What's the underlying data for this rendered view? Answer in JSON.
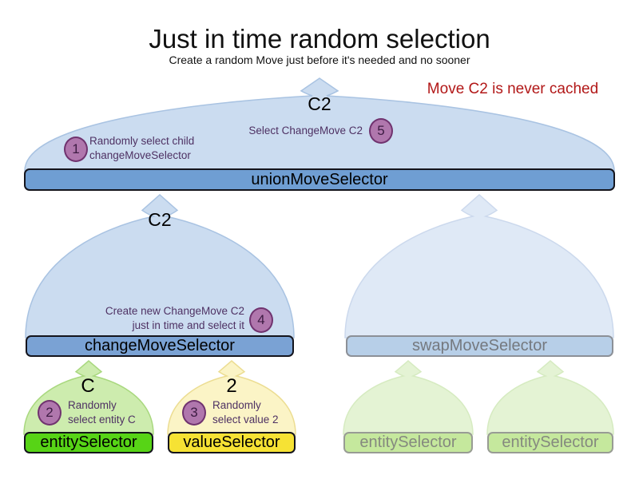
{
  "title": "Just in time random selection",
  "subtitle": "Create a random Move just before it's needed and no sooner",
  "note": "Move C2 is never cached",
  "move_labels": {
    "union_input": "C2",
    "change_output": "C2",
    "entity_output": "C",
    "value_output": "2"
  },
  "selectors": {
    "union": "unionMoveSelector",
    "change": "changeMoveSelector",
    "swap": "swapMoveSelector",
    "entity": "entitySelector",
    "value": "valueSelector",
    "swap_entity_1": "entitySelector",
    "swap_entity_2": "entitySelector"
  },
  "steps": [
    {
      "num": "1",
      "line1": "Randomly select child",
      "line2": "changeMoveSelector"
    },
    {
      "num": "2",
      "line1": "Randomly",
      "line2": "select entity C"
    },
    {
      "num": "3",
      "line1": "Randomly",
      "line2": "select value 2"
    },
    {
      "num": "4",
      "line1": "Create new ChangeMove C2",
      "line2": "just in time and select it"
    },
    {
      "num": "5",
      "line1": "Select ChangeMove C2"
    }
  ],
  "colors": {
    "note_red": "#b21818",
    "bar_blue": "#6f9ed3",
    "bar_blue_light": "#7aa2d4",
    "bar_swap_faded": "#b7cfe8",
    "bar_green": "#57d416",
    "bar_yellow": "#f6e234",
    "bar_green_faded": "#c5e89d",
    "dome_blue": "#cbdcf0",
    "dome_blue_faded": "#dfe9f6",
    "dome_green": "#cdecae",
    "dome_yellow": "#fbf4c6",
    "dome_green_faded": "#e4f3d4",
    "step_circle_fill": "#b077ad",
    "step_circle_border": "#70336f",
    "annotation_purple": "#4e3163"
  }
}
